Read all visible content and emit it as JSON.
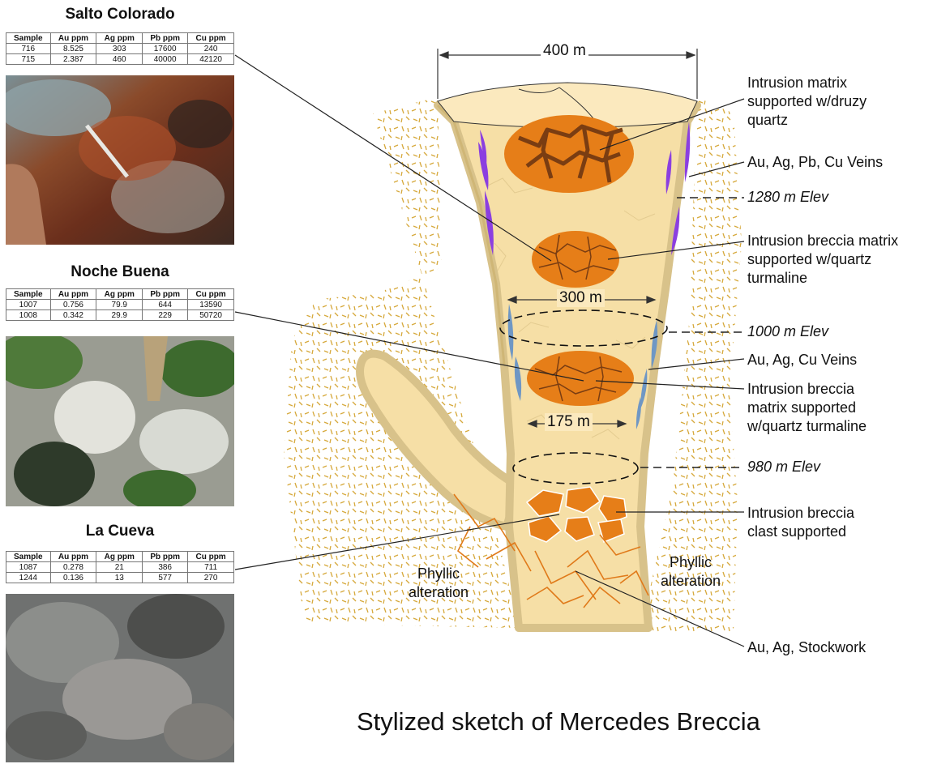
{
  "panels": [
    {
      "title": "Salto Colorado",
      "columns": [
        "Sample",
        "Au ppm",
        "Ag ppm",
        "Pb ppm",
        "Cu ppm"
      ],
      "rows": [
        [
          "716",
          "8.525",
          "303",
          "17600",
          "240"
        ],
        [
          "715",
          "2.387",
          "460",
          "40000",
          "42120"
        ]
      ]
    },
    {
      "title": "Noche Buena",
      "columns": [
        "Sample",
        "Au ppm",
        "Ag ppm",
        "Pb ppm",
        "Cu ppm"
      ],
      "rows": [
        [
          "1007",
          "0.756",
          "79.9",
          "644",
          "13590"
        ],
        [
          "1008",
          "0.342",
          "29.9",
          "229",
          "50720"
        ]
      ]
    },
    {
      "title": "La Cueva",
      "columns": [
        "Sample",
        "Au ppm",
        "Ag ppm",
        "Pb ppm",
        "Cu ppm"
      ],
      "rows": [
        [
          "1087",
          "0.278",
          "21",
          "386",
          "711"
        ],
        [
          "1244",
          "0.136",
          "13",
          "577",
          "270"
        ]
      ]
    }
  ],
  "dimensions": {
    "top": "400 m",
    "middle": "300 m",
    "lower": "175 m"
  },
  "labels": {
    "druzy": [
      "Intrusion matrix",
      "supported w/druzy",
      "quartz"
    ],
    "veins_top": "Au, Ag, Pb, Cu Veins",
    "elev_1280": "1280 m Elev",
    "tourm_upper": [
      "Intrusion breccia matrix",
      "supported w/quartz",
      "turmaline"
    ],
    "elev_1000": "1000 m Elev",
    "veins_mid": "Au, Ag, Cu Veins",
    "tourm_lower": [
      "Intrusion breccia",
      "matrix supported",
      "w/quartz turmaline"
    ],
    "elev_980": "980 m Elev",
    "clast": [
      "Intrusion breccia",
      "clast supported"
    ],
    "phyllic_left": [
      "Phyllic",
      "alteration"
    ],
    "phyllic_right": [
      "Phyllic",
      "alteration"
    ],
    "stockwork": "Au, Ag, Stockwork"
  },
  "title": "Stylized sketch of Mercedes Breccia",
  "colors": {
    "host": "#f6dfa6",
    "rim": "#d8c28a",
    "breccia": "#e67e18",
    "vein_upper": "#8b3fe0",
    "vein_lower": "#6f97c4",
    "alteration": "#d6a93c"
  }
}
